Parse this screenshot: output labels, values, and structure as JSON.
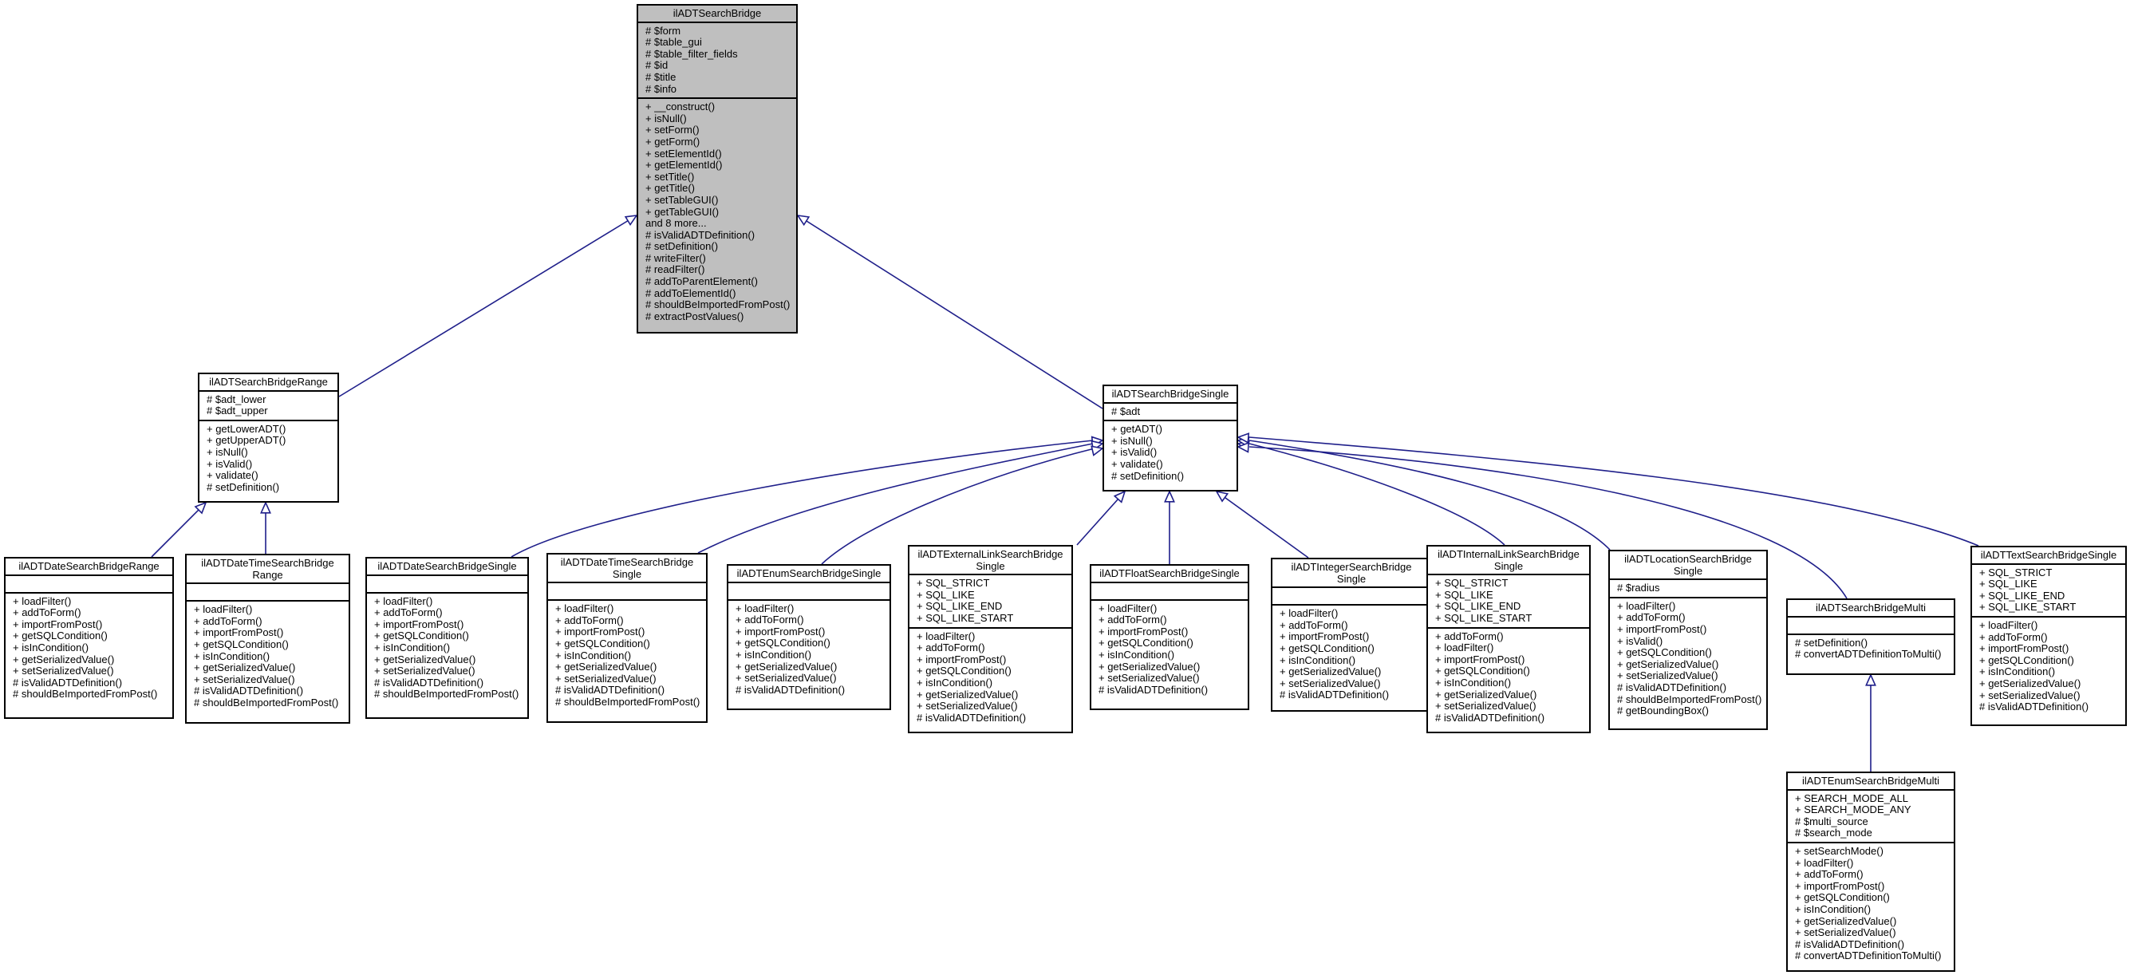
{
  "diagram": {
    "nodes": [
      {
        "id": "root",
        "title": [
          "ilADTSearchBridge"
        ],
        "attrs": [
          "# $form",
          "# $table_gui",
          "# $table_filter_fields",
          "# $id",
          "# $title",
          "# $info"
        ],
        "methods": [
          "+ __construct()",
          "+ isNull()",
          "+ setForm()",
          "+ getForm()",
          "+ setElementId()",
          "+ getElementId()",
          "+ setTitle()",
          "+ getTitle()",
          "+ setTableGUI()",
          "+ getTableGUI()",
          "and 8 more...",
          "# isValidADTDefinition()",
          "# setDefinition()",
          "# writeFilter()",
          "# readFilter()",
          "# addToParentElement()",
          "# addToElementId()",
          "# shouldBeImportedFromPost()",
          "# extractPostValues()"
        ]
      },
      {
        "id": "range",
        "title": [
          "ilADTSearchBridgeRange"
        ],
        "attrs": [
          "# $adt_lower",
          "# $adt_upper"
        ],
        "methods": [
          "+ getLowerADT()",
          "+ getUpperADT()",
          "+ isNull()",
          "+ isValid()",
          "+ validate()",
          "# setDefinition()"
        ]
      },
      {
        "id": "single",
        "title": [
          "ilADTSearchBridgeSingle"
        ],
        "attrs": [
          "# $adt"
        ],
        "methods": [
          "+ getADT()",
          "+ isNull()",
          "+ isValid()",
          "+ validate()",
          "# setDefinition()"
        ]
      },
      {
        "id": "dateRange",
        "title": [
          "ilADTDateSearchBridgeRange"
        ],
        "attrs": [],
        "methods": [
          "+ loadFilter()",
          "+ addToForm()",
          "+ importFromPost()",
          "+ getSQLCondition()",
          "+ isInCondition()",
          "+ getSerializedValue()",
          "+ setSerializedValue()",
          "# isValidADTDefinition()",
          "# shouldBeImportedFromPost()"
        ]
      },
      {
        "id": "dateTimeRange",
        "title": [
          "ilADTDateTimeSearchBridge",
          "Range"
        ],
        "attrs": [],
        "methods": [
          "+ loadFilter()",
          "+ addToForm()",
          "+ importFromPost()",
          "+ getSQLCondition()",
          "+ isInCondition()",
          "+ getSerializedValue()",
          "+ setSerializedValue()",
          "# isValidADTDefinition()",
          "# shouldBeImportedFromPost()"
        ]
      },
      {
        "id": "dateSingle",
        "title": [
          "ilADTDateSearchBridgeSingle"
        ],
        "attrs": [],
        "methods": [
          "+ loadFilter()",
          "+ addToForm()",
          "+ importFromPost()",
          "+ getSQLCondition()",
          "+ isInCondition()",
          "+ getSerializedValue()",
          "+ setSerializedValue()",
          "# isValidADTDefinition()",
          "# shouldBeImportedFromPost()"
        ]
      },
      {
        "id": "dateTimeSingle",
        "title": [
          "ilADTDateTimeSearchBridge",
          "Single"
        ],
        "attrs": [],
        "methods": [
          "+ loadFilter()",
          "+ addToForm()",
          "+ importFromPost()",
          "+ getSQLCondition()",
          "+ isInCondition()",
          "+ getSerializedValue()",
          "+ setSerializedValue()",
          "# isValidADTDefinition()",
          "# shouldBeImportedFromPost()"
        ]
      },
      {
        "id": "enumSingle",
        "title": [
          "ilADTEnumSearchBridgeSingle"
        ],
        "attrs": [],
        "methods": [
          "+ loadFilter()",
          "+ addToForm()",
          "+ importFromPost()",
          "+ getSQLCondition()",
          "+ isInCondition()",
          "+ getSerializedValue()",
          "+ setSerializedValue()",
          "# isValidADTDefinition()"
        ]
      },
      {
        "id": "extLink",
        "title": [
          "ilADTExternalLinkSearchBridge",
          "Single"
        ],
        "attrs": [
          "+ SQL_STRICT",
          "+ SQL_LIKE",
          "+ SQL_LIKE_END",
          "+ SQL_LIKE_START"
        ],
        "methods": [
          "+ loadFilter()",
          "+ addToForm()",
          "+ importFromPost()",
          "+ getSQLCondition()",
          "+ isInCondition()",
          "+ getSerializedValue()",
          "+ setSerializedValue()",
          "# isValidADTDefinition()"
        ]
      },
      {
        "id": "floatSingle",
        "title": [
          "ilADTFloatSearchBridgeSingle"
        ],
        "attrs": [],
        "methods": [
          "+ loadFilter()",
          "+ addToForm()",
          "+ importFromPost()",
          "+ getSQLCondition()",
          "+ isInCondition()",
          "+ getSerializedValue()",
          "+ setSerializedValue()",
          "# isValidADTDefinition()"
        ]
      },
      {
        "id": "intSingle",
        "title": [
          "ilADTIntegerSearchBridge",
          "Single"
        ],
        "attrs": [],
        "methods": [
          "+ loadFilter()",
          "+ addToForm()",
          "+ importFromPost()",
          "+ getSQLCondition()",
          "+ isInCondition()",
          "+ getSerializedValue()",
          "+ setSerializedValue()",
          "# isValidADTDefinition()"
        ]
      },
      {
        "id": "intLink",
        "title": [
          "ilADTInternalLinkSearchBridge",
          "Single"
        ],
        "attrs": [
          "+ SQL_STRICT",
          "+ SQL_LIKE",
          "+ SQL_LIKE_END",
          "+ SQL_LIKE_START"
        ],
        "methods": [
          "+ addToForm()",
          "+ loadFilter()",
          "+ importFromPost()",
          "+ getSQLCondition()",
          "+ isInCondition()",
          "+ getSerializedValue()",
          "+ setSerializedValue()",
          "# isValidADTDefinition()"
        ]
      },
      {
        "id": "location",
        "title": [
          "ilADTLocationSearchBridge",
          "Single"
        ],
        "attrs": [
          "# $radius"
        ],
        "methods": [
          "+ loadFilter()",
          "+ addToForm()",
          "+ importFromPost()",
          "+ isValid()",
          "+ getSQLCondition()",
          "+ getSerializedValue()",
          "+ setSerializedValue()",
          "# isValidADTDefinition()",
          "# shouldBeImportedFromPost()",
          "# getBoundingBox()"
        ]
      },
      {
        "id": "multi",
        "title": [
          "ilADTSearchBridgeMulti"
        ],
        "attrs": [],
        "methods": [
          "# setDefinition()",
          "# convertADTDefinitionToMulti()"
        ]
      },
      {
        "id": "textSingle",
        "title": [
          "ilADTTextSearchBridgeSingle"
        ],
        "attrs": [
          "+ SQL_STRICT",
          "+ SQL_LIKE",
          "+ SQL_LIKE_END",
          "+ SQL_LIKE_START"
        ],
        "methods": [
          "+ loadFilter()",
          "+ addToForm()",
          "+ importFromPost()",
          "+ getSQLCondition()",
          "+ isInCondition()",
          "+ getSerializedValue()",
          "+ setSerializedValue()",
          "# isValidADTDefinition()"
        ]
      },
      {
        "id": "enumMulti",
        "title": [
          "ilADTEnumSearchBridgeMulti"
        ],
        "attrs": [
          "+ SEARCH_MODE_ALL",
          "+ SEARCH_MODE_ANY",
          "# $multi_source",
          "# $search_mode"
        ],
        "methods": [
          "+ setSearchMode()",
          "+ loadFilter()",
          "+ addToForm()",
          "+ importFromPost()",
          "+ getSQLCondition()",
          "+ isInCondition()",
          "+ getSerializedValue()",
          "+ setSerializedValue()",
          "# isValidADTDefinition()",
          "# convertADTDefinitionToMulti()"
        ]
      }
    ],
    "edges": [
      {
        "from": "range",
        "to": "root"
      },
      {
        "from": "single",
        "to": "root"
      },
      {
        "from": "dateRange",
        "to": "range"
      },
      {
        "from": "dateTimeRange",
        "to": "range"
      },
      {
        "from": "dateSingle",
        "to": "single"
      },
      {
        "from": "dateTimeSingle",
        "to": "single"
      },
      {
        "from": "enumSingle",
        "to": "single"
      },
      {
        "from": "extLink",
        "to": "single"
      },
      {
        "from": "floatSingle",
        "to": "single"
      },
      {
        "from": "intSingle",
        "to": "single"
      },
      {
        "from": "intLink",
        "to": "single"
      },
      {
        "from": "location",
        "to": "single"
      },
      {
        "from": "multi",
        "to": "single"
      },
      {
        "from": "textSingle",
        "to": "single"
      },
      {
        "from": "enumMulti",
        "to": "multi"
      }
    ],
    "colors": {
      "edge": "#1f1f8a",
      "root_fill": "#bfbfbf",
      "node_fill": "#ffffff",
      "border": "#000000"
    }
  }
}
